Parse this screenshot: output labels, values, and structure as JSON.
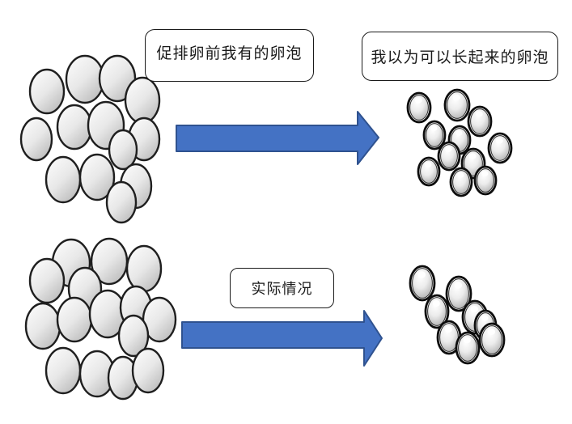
{
  "page": {
    "background": "#ffffff",
    "description": "follicle-diagram"
  },
  "labels": {
    "before": "促排卵前我有的卵泡",
    "expected": "我以为可以长起来的卵泡",
    "actual": "实际情况"
  },
  "colors": {
    "arrow_fill": "#4472c4",
    "arrow_stroke": "#2f528f",
    "matte_stroke": "#1f1f1f",
    "matte_light": "#fefefe",
    "matte_mid": "#e8e8e8",
    "matte_dark": "#bdbdbd",
    "glossy_outer_stroke": "#0d0d0d",
    "glossy_inner_stroke": "#2a2a2a",
    "glossy_light": "#ffffff",
    "glossy_mid": "#ececec",
    "glossy_dark": "#a8a8a8",
    "text": "#1a1a1a",
    "box_border": "#1a1a1a"
  },
  "clusters": {
    "before_top": {
      "style": "matte",
      "count": 13,
      "eggs": [
        [
          85,
          46,
          23,
          29
        ],
        [
          125,
          45,
          22,
          28
        ],
        [
          38,
          61,
          21,
          27
        ],
        [
          156,
          72,
          21,
          28
        ],
        [
          72,
          105,
          21,
          27
        ],
        [
          111,
          103,
          22,
          29
        ],
        [
          25,
          120,
          19,
          26
        ],
        [
          158,
          120,
          19,
          26
        ],
        [
          132,
          133,
          17,
          24
        ],
        [
          58,
          170,
          21,
          28
        ],
        [
          100,
          167,
          21,
          28
        ],
        [
          148,
          178,
          19,
          27
        ],
        [
          130,
          198,
          18,
          25
        ]
      ]
    },
    "expected": {
      "style": "glossy",
      "count": 11,
      "eggs": [
        [
          20,
          27,
          14,
          18
        ],
        [
          67,
          24,
          15,
          19
        ],
        [
          95,
          44,
          14,
          18
        ],
        [
          39,
          61,
          13,
          17
        ],
        [
          70,
          67,
          13,
          17
        ],
        [
          120,
          77,
          14,
          18
        ],
        [
          57,
          87,
          13,
          17
        ],
        [
          87,
          96,
          14,
          18
        ],
        [
          32,
          106,
          13,
          17
        ],
        [
          72,
          119,
          13,
          17
        ],
        [
          102,
          117,
          13,
          17
        ]
      ]
    },
    "before_bottom": {
      "style": "matte",
      "count": 15,
      "eggs": [
        [
          68,
          39,
          23,
          29
        ],
        [
          115,
          37,
          22,
          28
        ],
        [
          158,
          46,
          21,
          28
        ],
        [
          38,
          61,
          21,
          27
        ],
        [
          85,
          71,
          20,
          26
        ],
        [
          33,
          117,
          21,
          28
        ],
        [
          72,
          109,
          21,
          27
        ],
        [
          113,
          102,
          22,
          29
        ],
        [
          148,
          94,
          19,
          26
        ],
        [
          177,
          109,
          20,
          27
        ],
        [
          145,
          129,
          18,
          25
        ],
        [
          58,
          172,
          21,
          28
        ],
        [
          100,
          176,
          21,
          28
        ],
        [
          132,
          181,
          18,
          26
        ],
        [
          163,
          172,
          19,
          27
        ]
      ]
    },
    "actual": {
      "style": "glossy",
      "count": 8,
      "eggs": [
        [
          19,
          28,
          15,
          21
        ],
        [
          64,
          41,
          15,
          21
        ],
        [
          37,
          63,
          14,
          20
        ],
        [
          84,
          70,
          15,
          20
        ],
        [
          97,
          80,
          13,
          18
        ],
        [
          52,
          95,
          14,
          20
        ],
        [
          75,
          108,
          14,
          19
        ],
        [
          105,
          98,
          15,
          20
        ]
      ]
    }
  },
  "arrows": {
    "top": {
      "direction": "right"
    },
    "bottom": {
      "direction": "right"
    }
  }
}
